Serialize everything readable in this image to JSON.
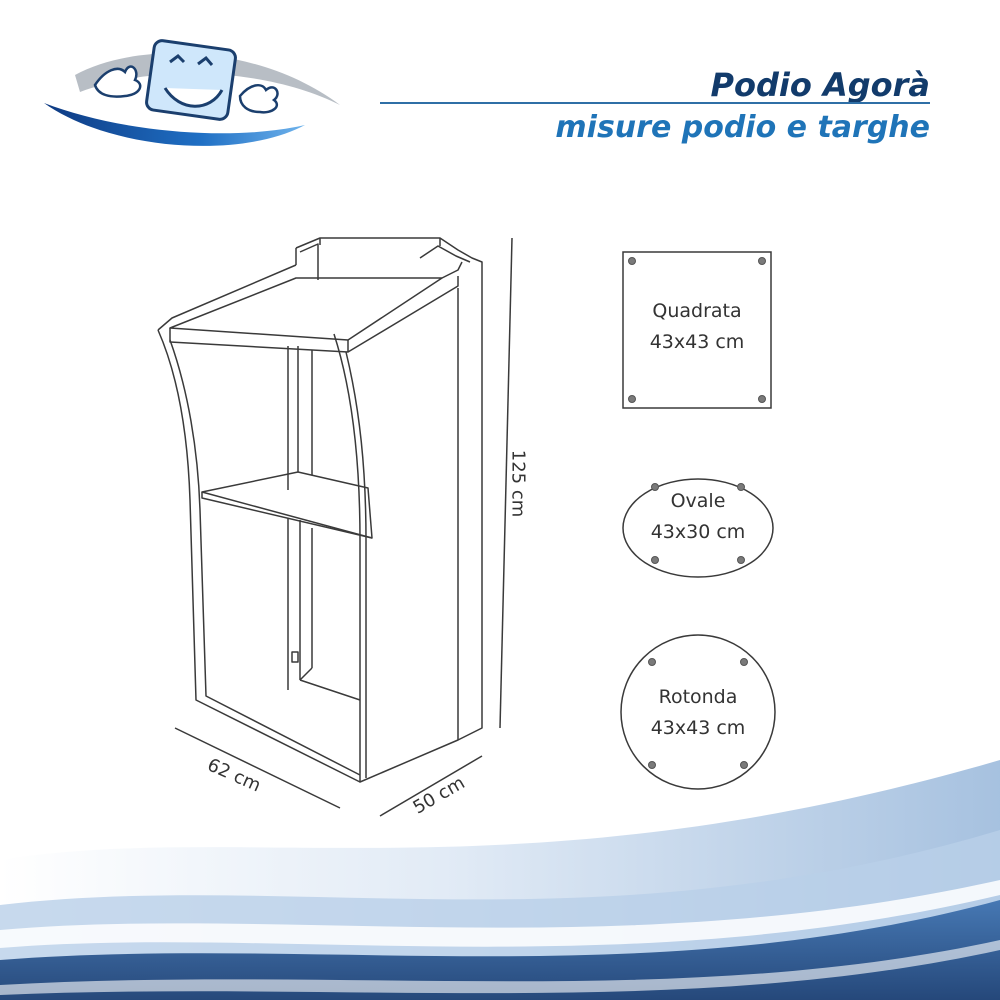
{
  "header": {
    "title": "Podio Agorà",
    "subtitle": "misure podio e targhe"
  },
  "dimensions": {
    "height": "125 cm",
    "width": "62 cm",
    "depth": "50 cm"
  },
  "plates": [
    {
      "shape": "square",
      "name": "Quadrata",
      "size": "43x43 cm"
    },
    {
      "shape": "oval",
      "name": "Ovale",
      "size": "43x30 cm"
    },
    {
      "shape": "round",
      "name": "Rotonda",
      "size": "43x43 cm"
    }
  ],
  "colors": {
    "title": "#123b6b",
    "subtitle": "#1f74b8",
    "rule": "#2f6fa6",
    "line": "#3a3a3a",
    "wave_dark": "#163f78",
    "wave_mid": "#3f78b4",
    "wave_light": "#a9c5e4"
  },
  "icons": {
    "logo": "smiling-cartoon-mascot-logo"
  }
}
